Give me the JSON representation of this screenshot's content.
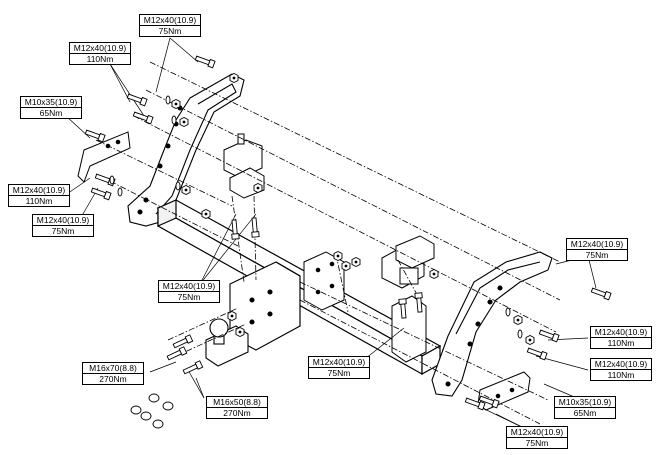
{
  "callouts": [
    {
      "id": "c1",
      "spec": "M12x40(10.9)",
      "torque": "75Nm"
    },
    {
      "id": "c2",
      "spec": "M12x40(10.9)",
      "torque": "110Nm"
    },
    {
      "id": "c3",
      "spec": "M10x35(10.9)",
      "torque": "65Nm"
    },
    {
      "id": "c4",
      "spec": "M12x40(10.9)",
      "torque": "110Nm"
    },
    {
      "id": "c5",
      "spec": "M12x40(10.9)",
      "torque": "75Nm"
    },
    {
      "id": "c6",
      "spec": "M12x40(10.9)",
      "torque": "75Nm"
    },
    {
      "id": "c7",
      "spec": "M12x40(10.9)",
      "torque": "75Nm"
    },
    {
      "id": "c8",
      "spec": "M12x40(10.9)",
      "torque": "110Nm"
    },
    {
      "id": "c9",
      "spec": "M12x40(10.9)",
      "torque": "110Nm"
    },
    {
      "id": "c10",
      "spec": "M16x70(8.8)",
      "torque": "270Nm"
    },
    {
      "id": "c11",
      "spec": "M12x40(10.9)",
      "torque": "75Nm"
    },
    {
      "id": "c12",
      "spec": "M16x50(8.8)",
      "torque": "270Nm"
    },
    {
      "id": "c13",
      "spec": "M10x35(10.9)",
      "torque": "65Nm"
    },
    {
      "id": "c14",
      "spec": "M12x40(10.9)",
      "torque": "75Nm"
    }
  ]
}
